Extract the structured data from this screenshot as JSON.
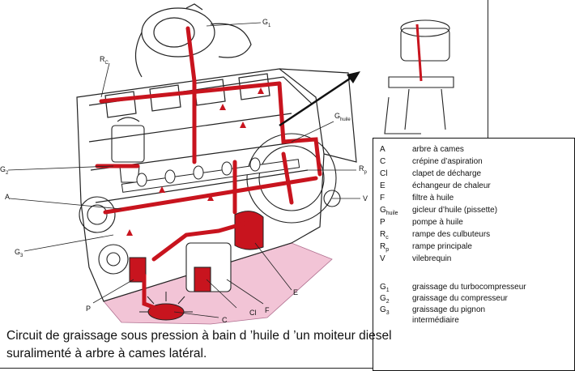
{
  "figure": {
    "caption": "Circuit de graissage sous pression à bain d ’huile d ’un moiteur diesel suralimenté à arbre à cames latéral.",
    "callouts": {
      "G1": {
        "main": "G",
        "sub": "1"
      },
      "Rc": {
        "main": "R",
        "sub": "C"
      },
      "Ghuile": {
        "main": "G",
        "sub": "huile"
      },
      "G2": {
        "main": "G",
        "sub": "2"
      },
      "A": {
        "main": "A",
        "sub": ""
      },
      "Rp": {
        "main": "R",
        "sub": "p"
      },
      "V": {
        "main": "V",
        "sub": ""
      },
      "G3": {
        "main": "G",
        "sub": "3"
      },
      "E": {
        "main": "E",
        "sub": ""
      },
      "P": {
        "main": "P",
        "sub": ""
      },
      "C": {
        "main": "C",
        "sub": ""
      },
      "Cl": {
        "main": "Cl",
        "sub": ""
      },
      "F": {
        "main": "F",
        "sub": ""
      }
    }
  },
  "legend": {
    "components": [
      {
        "key": "A",
        "sub": "",
        "desc": "arbre à cames"
      },
      {
        "key": "C",
        "sub": "",
        "desc": "crépine d’aspiration"
      },
      {
        "key": "Cl",
        "sub": "",
        "desc": "clapet de décharge"
      },
      {
        "key": "E",
        "sub": "",
        "desc": "échangeur de chaleur"
      },
      {
        "key": "F",
        "sub": "",
        "desc": "filtre à huile"
      },
      {
        "key": "G",
        "sub": "huile",
        "desc": "gicleur d’huile (pissette)"
      },
      {
        "key": "P",
        "sub": "",
        "desc": "pompe à huile"
      },
      {
        "key": "R",
        "sub": "c",
        "desc": "rampe des culbuteurs"
      },
      {
        "key": "R",
        "sub": "p",
        "desc": "rampe principale"
      },
      {
        "key": "V",
        "sub": "",
        "desc": "vilebrequin"
      }
    ],
    "lubrication": [
      {
        "key": "G",
        "sub": "1",
        "desc": "graissage du turbocompresseur"
      },
      {
        "key": "G",
        "sub": "2",
        "desc": "graissage du compresseur"
      },
      {
        "key": "G",
        "sub": "3",
        "desc": "graissage du pignon"
      },
      {
        "key": "",
        "sub": "",
        "desc": "intermédiaire"
      }
    ]
  },
  "colors": {
    "oil_circuit": "#c8141e",
    "oil_sump": "#f2c4d6",
    "ink": "#111111"
  }
}
